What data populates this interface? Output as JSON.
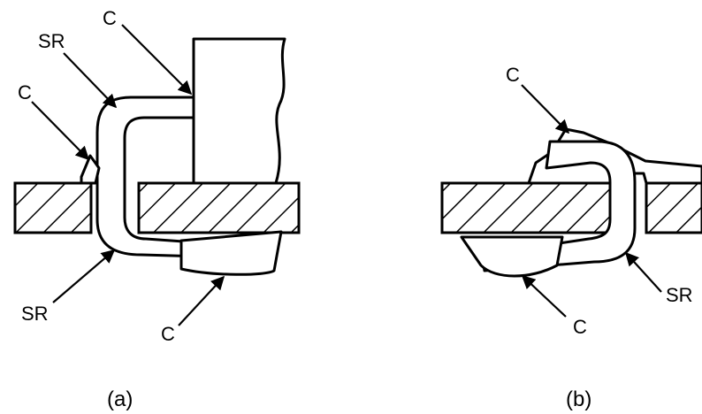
{
  "figure": {
    "panel_a": {
      "caption": "(a)",
      "labels": {
        "c_top": "C",
        "sr_top": "SR",
        "c_left": "C",
        "sr_bottom": "SR",
        "c_bottom": "C"
      }
    },
    "panel_b": {
      "caption": "(b)",
      "labels": {
        "c_top": "C",
        "sr_right": "SR",
        "c_bottom": "C"
      }
    }
  }
}
